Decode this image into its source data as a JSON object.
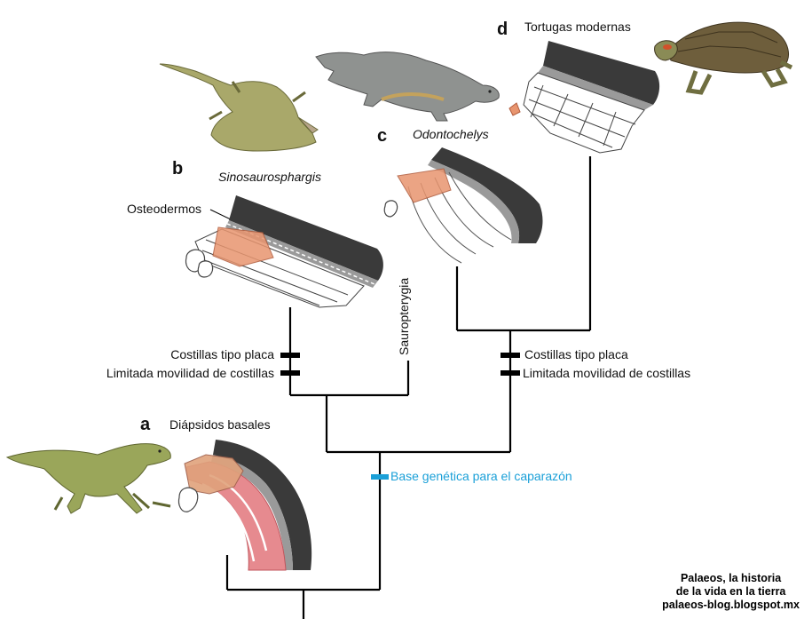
{
  "panels": {
    "a": {
      "letter": "a",
      "title": "Diápsidos basales"
    },
    "b": {
      "letter": "b",
      "title": "Sinosaurosphargis"
    },
    "c": {
      "letter": "c",
      "title": "Odontochelys"
    },
    "d": {
      "letter": "d",
      "title": "Tortugas modernas"
    }
  },
  "labels": {
    "osteoderms": "Osteodermos",
    "sauropterygia": "Sauropterygia",
    "left_trait_1": "Costillas tipo placa",
    "left_trait_2": "Limitada movilidad de costillas",
    "right_trait_1": "Costillas tipo placa",
    "right_trait_2": "Limitada movilidad de costillas",
    "base_trait": "Base genética para el caparazón"
  },
  "credit": {
    "line1": "Palaeos, la historia",
    "line2": "de la vida en la tierra",
    "line3": "palaeos-blog.blogspot.mx"
  },
  "colors": {
    "tree": "#000000",
    "trait_bar": "#000000",
    "base_trait": "#1ba0d8",
    "shell_dark": "#3a3a3a",
    "shell_grey": "#9a9a9a",
    "osteoderm": "#e8956f",
    "rib_pink": "#e68a8f"
  }
}
